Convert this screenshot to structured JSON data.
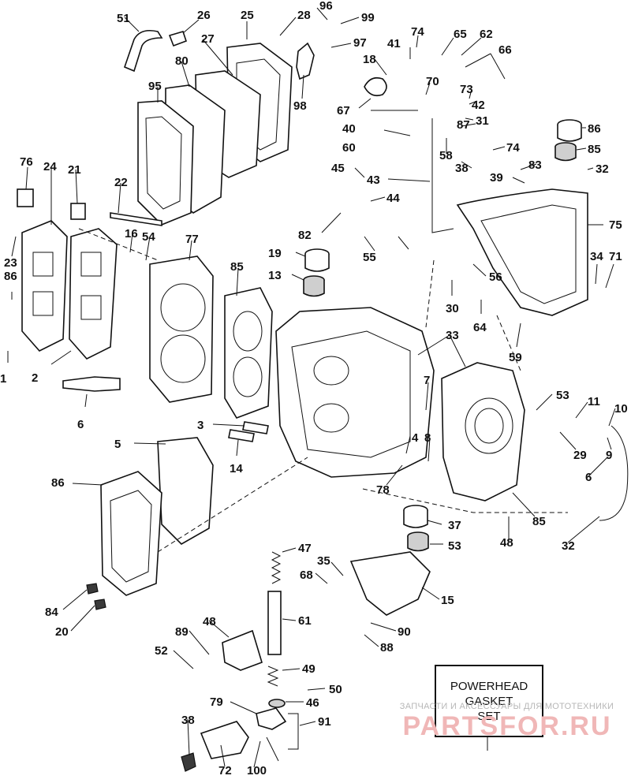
{
  "diagram": {
    "callouts": [
      "51",
      "26",
      "25",
      "28",
      "96",
      "99",
      "97",
      "74",
      "41",
      "65",
      "62",
      "66",
      "27",
      "80",
      "98",
      "18",
      "70",
      "73",
      "95",
      "67",
      "42",
      "31",
      "86",
      "85",
      "87",
      "58",
      "74",
      "38",
      "40",
      "60",
      "32",
      "83",
      "39",
      "45",
      "43",
      "44",
      "82",
      "55",
      "76",
      "24",
      "21",
      "22",
      "16",
      "54",
      "77",
      "75",
      "34",
      "71",
      "23",
      "86",
      "85",
      "19",
      "13",
      "56",
      "30",
      "64",
      "59",
      "1",
      "2",
      "33",
      "7",
      "6",
      "53",
      "11",
      "10",
      "3",
      "14",
      "9",
      "5",
      "4",
      "8",
      "29",
      "78",
      "6",
      "86",
      "85",
      "37",
      "53",
      "48",
      "32",
      "47",
      "35",
      "68",
      "15",
      "84",
      "20",
      "61",
      "90",
      "88",
      "89",
      "48",
      "52",
      "49",
      "50",
      "46",
      "79",
      "91",
      "38",
      "72",
      "100"
    ],
    "kit_box": {
      "lines": [
        "POWERHEAD",
        "GASKET",
        "SET"
      ]
    },
    "watermark": {
      "subtitle": "ЗАПЧАСТИ И АКСЕССУАРЫ ДЛЯ МОТОТЕХНИКИ",
      "brand": "PARTSFOR.RU",
      "color": "#f0b7b7"
    }
  }
}
